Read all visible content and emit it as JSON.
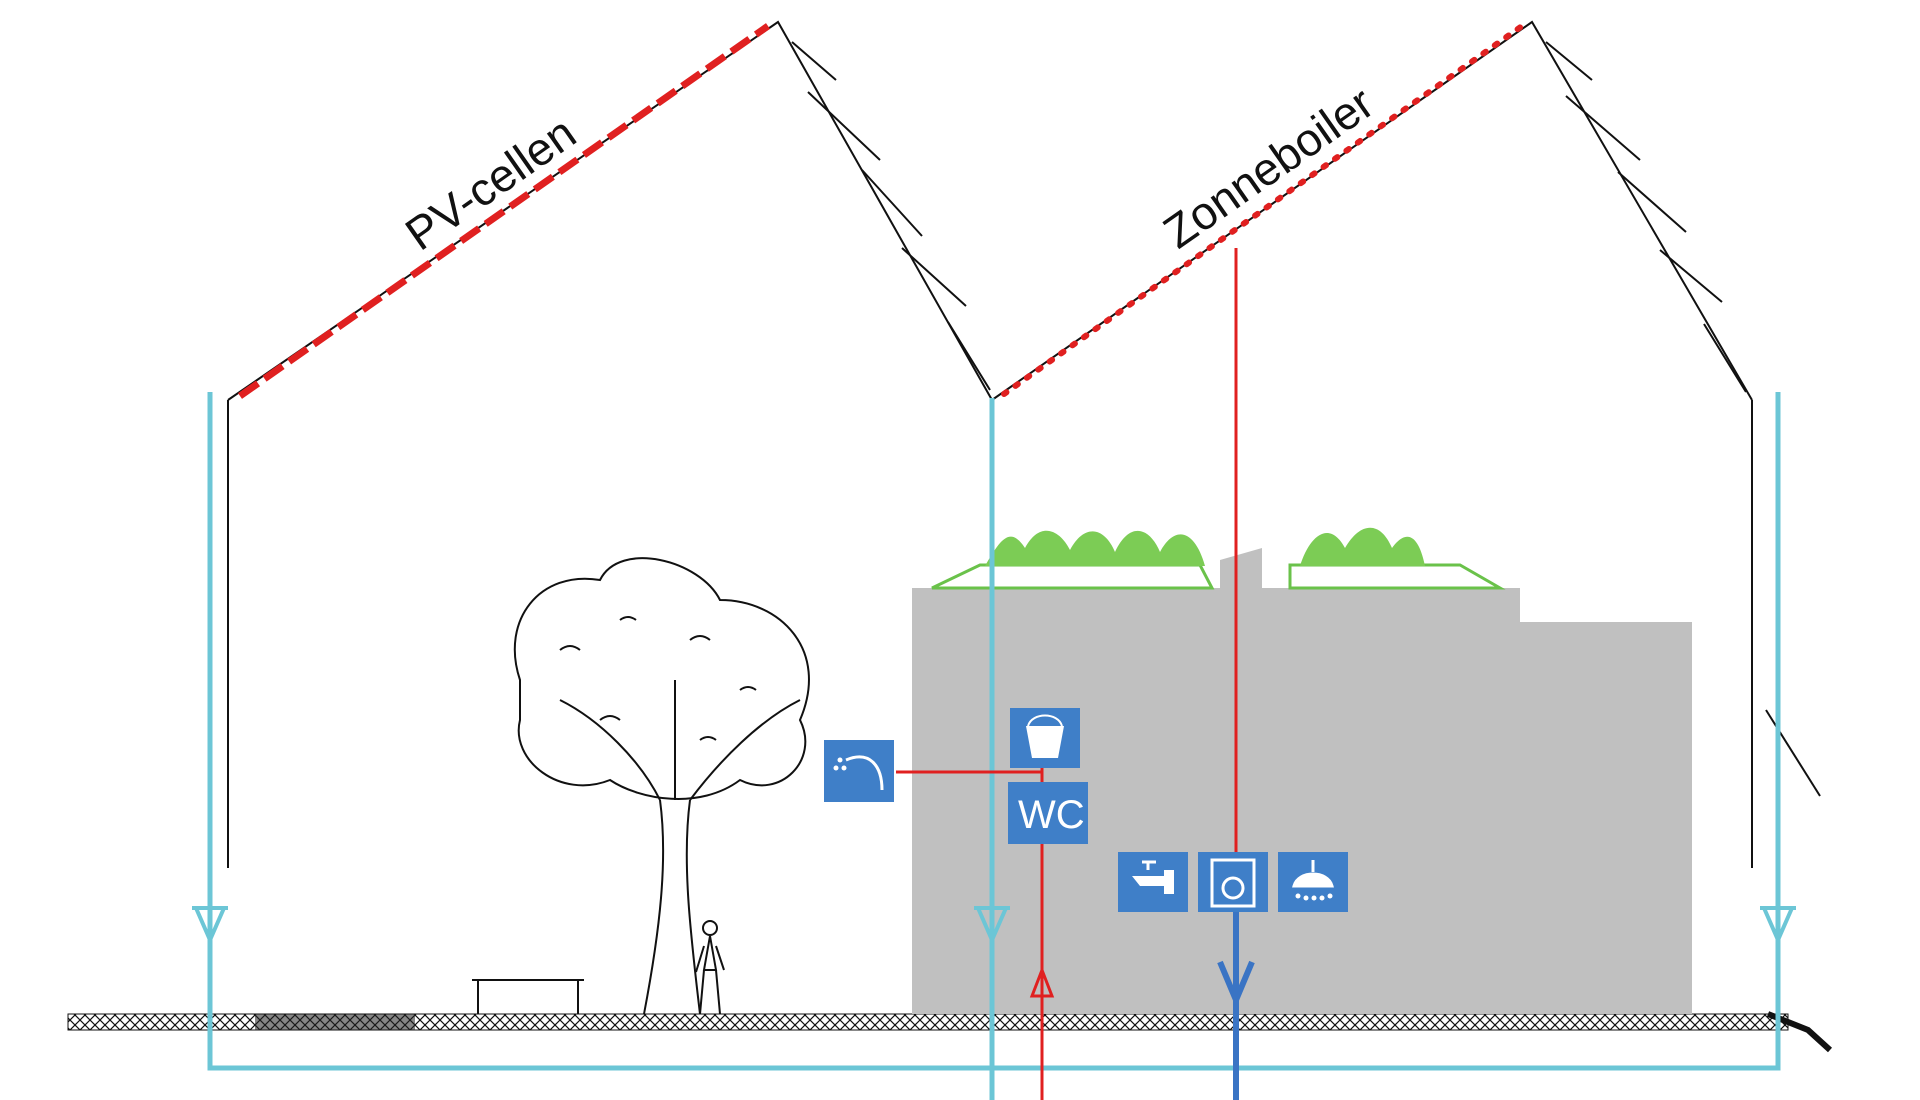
{
  "labels": {
    "pv": "PV-cellen",
    "solar_boiler": "Zonneboiler",
    "wc": "WC"
  },
  "icons": {
    "garden_hose": "garden-hose-icon",
    "bucket": "bucket-icon",
    "wc": "wc-icon",
    "tap": "tap-icon",
    "washing_machine": "washing-machine-icon",
    "shower": "shower-icon"
  },
  "colors": {
    "rainwater": "#6cc6d6",
    "hot_water": "#e02020",
    "mains_water": "#3a74c4",
    "icon_bg": "#3f7fc8",
    "building": "#c0c0c0",
    "green_roof": "#6ac24a",
    "solar_red": "#e02020",
    "line": "#111111"
  }
}
